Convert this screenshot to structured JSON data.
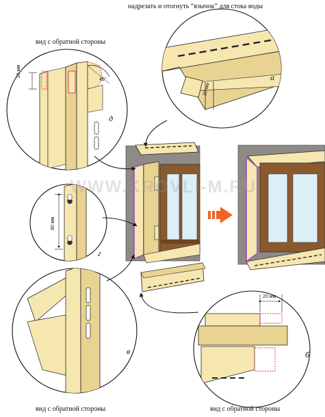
{
  "captions": {
    "top": "надрезать и отогнуть “язычок” для стока воды",
    "back_side_d": "вид с обратной стороны",
    "back_side_v": "вид с обратной стороны",
    "back_side_b": "вид с обратной стороны"
  },
  "letters": {
    "a": "а",
    "b": "б",
    "v": "в",
    "g": "г",
    "d": "д"
  },
  "dims": {
    "d_20": "20 мм",
    "d_angle": "45°",
    "a_20": "20 мм",
    "g_80": "80 мм",
    "b_20": "20 мм"
  },
  "watermark": "WWW.KROVLI-M.RU",
  "colors": {
    "siding": "#f6e6b0",
    "siding_shade": "#e9d392",
    "outline": "#222222",
    "accent_purple": "#a24cc0",
    "dashed_red": "#d8343c",
    "wall_gray": "#8e8a86",
    "window_brown": "#8a5a2e",
    "glass": "#ddeff6",
    "arrow_orange": "#f0642a"
  }
}
